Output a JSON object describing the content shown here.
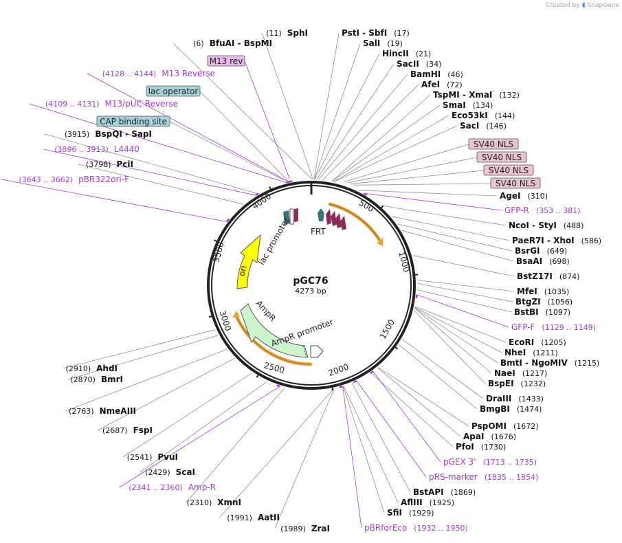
{
  "watermark": {
    "prefix": "Created by",
    "brand": "SnapGene"
  },
  "plasmid": {
    "name": "pGC76",
    "length_label": "4273 bp",
    "length": 4273
  },
  "ticks": [
    "500",
    "1000",
    "1500",
    "2000",
    "2500",
    "3000",
    "3500",
    "4000"
  ],
  "features": {
    "ori": "ori",
    "lac_promoter": "lac promoter",
    "frt": "FRT",
    "ampr": "AmpR",
    "ampr_promoter": "AmpR promoter"
  },
  "boxed_labels": [
    {
      "text": "M13 rev",
      "kind": "primer"
    },
    {
      "text": "lac operator",
      "kind": "misc"
    },
    {
      "text": "CAP binding site",
      "kind": "misc"
    },
    {
      "text": "SV40 NLS",
      "kind": "nls"
    },
    {
      "text": "SV40 NLS",
      "kind": "nls"
    },
    {
      "text": "SV40 NLS",
      "kind": "nls"
    },
    {
      "text": "SV40 NLS",
      "kind": "nls"
    }
  ],
  "sites_left": [
    {
      "pos": "(11)",
      "name": "SphI"
    },
    {
      "pos": "(6)",
      "name": "BfuAI  -  BspMI"
    },
    {
      "pos": "(4128 .. 4144)",
      "name": "M13 Reverse",
      "primer": true
    },
    {
      "pos": "(4109 .. 4131)",
      "name": "M13/pUC Reverse",
      "primer": true
    },
    {
      "pos": "(3915)",
      "name": "BspQI  -  SapI"
    },
    {
      "pos": "(3896 .. 3913)",
      "name": "L4440",
      "primer": true
    },
    {
      "pos": "(3798)",
      "name": "PciI"
    },
    {
      "pos": "(3643 .. 3662)",
      "name": "pBR322ori-F",
      "primer": true
    },
    {
      "pos": "(2910)",
      "name": "AhdI"
    },
    {
      "pos": "(2870)",
      "name": "BmrI"
    },
    {
      "pos": "(2763)",
      "name": "NmeAIII"
    },
    {
      "pos": "(2687)",
      "name": "FspI"
    },
    {
      "pos": "(2541)",
      "name": "PvuI"
    },
    {
      "pos": "(2429)",
      "name": "ScaI"
    },
    {
      "pos": "(2341 .. 2360)",
      "name": "Amp-R",
      "primer": true
    },
    {
      "pos": "(2310)",
      "name": "XmnI"
    },
    {
      "pos": "(1991)",
      "name": "AatII"
    },
    {
      "pos": "(1989)",
      "name": "ZraI"
    }
  ],
  "sites_right": [
    {
      "name": "PstI  -  SbfI",
      "pos": "(17)"
    },
    {
      "name": "SalI",
      "pos": "(19)"
    },
    {
      "name": "HincII",
      "pos": "(21)"
    },
    {
      "name": "SacII",
      "pos": "(34)"
    },
    {
      "name": "BamHI",
      "pos": "(46)"
    },
    {
      "name": "AfeI",
      "pos": "(72)"
    },
    {
      "name": "TspMI  -  XmaI",
      "pos": "(132)"
    },
    {
      "name": "SmaI",
      "pos": "(134)"
    },
    {
      "name": "Eco53kI",
      "pos": "(144)"
    },
    {
      "name": "SacI",
      "pos": "(146)"
    },
    {
      "name": "AgeI",
      "pos": "(310)"
    },
    {
      "name": "GFP-R",
      "pos": "(353 .. 381)",
      "primer": true
    },
    {
      "name": "NcoI  -  StyI",
      "pos": "(488)"
    },
    {
      "name": "PaeR7I  -  XhoI",
      "pos": "(586)"
    },
    {
      "name": "BsrGI",
      "pos": "(649)"
    },
    {
      "name": "BsaAI",
      "pos": "(698)"
    },
    {
      "name": "BstZ17I",
      "pos": "(874)"
    },
    {
      "name": "MfeI",
      "pos": "(1035)"
    },
    {
      "name": "BtgZI",
      "pos": "(1056)"
    },
    {
      "name": "BstBI",
      "pos": "(1097)"
    },
    {
      "name": "GFP-F",
      "pos": "(1129 .. 1149)",
      "primer": true
    },
    {
      "name": "EcoRI",
      "pos": "(1205)"
    },
    {
      "name": "NheI",
      "pos": "(1211)"
    },
    {
      "name": "BmtI  -  NgoMIV",
      "pos": "(1215)"
    },
    {
      "name": "NaeI",
      "pos": "(1217)"
    },
    {
      "name": "BspEI",
      "pos": "(1232)"
    },
    {
      "name": "DraIII",
      "pos": "(1433)"
    },
    {
      "name": "BmgBI",
      "pos": "(1474)"
    },
    {
      "name": "PspOMI",
      "pos": "(1672)"
    },
    {
      "name": "ApaI",
      "pos": "(1676)"
    },
    {
      "name": "PfoI",
      "pos": "(1730)"
    },
    {
      "name": "pGEX 3'",
      "pos": "(1713 .. 1735)",
      "primer": true
    },
    {
      "name": "pRS-marker",
      "pos": "(1835 .. 1854)",
      "primer": true
    },
    {
      "name": "BstAPI",
      "pos": "(1869)"
    },
    {
      "name": "AflIII",
      "pos": "(1925)"
    },
    {
      "name": "SfiI",
      "pos": "(1929)"
    },
    {
      "name": "pBRforEco",
      "pos": "(1932 .. 1950)",
      "primer": true
    }
  ],
  "colors": {
    "primer": "#a23bd1",
    "ori": "#ffff00",
    "ampr": "#ccf5cc",
    "orange_arc": "#e8a441",
    "nls_fill": "#e8c4cf",
    "misc_fill": "#a7d2da",
    "m13_fill": "#e8b8ee",
    "frt": "#39727a",
    "nls_arrow": "#8a2e59"
  }
}
